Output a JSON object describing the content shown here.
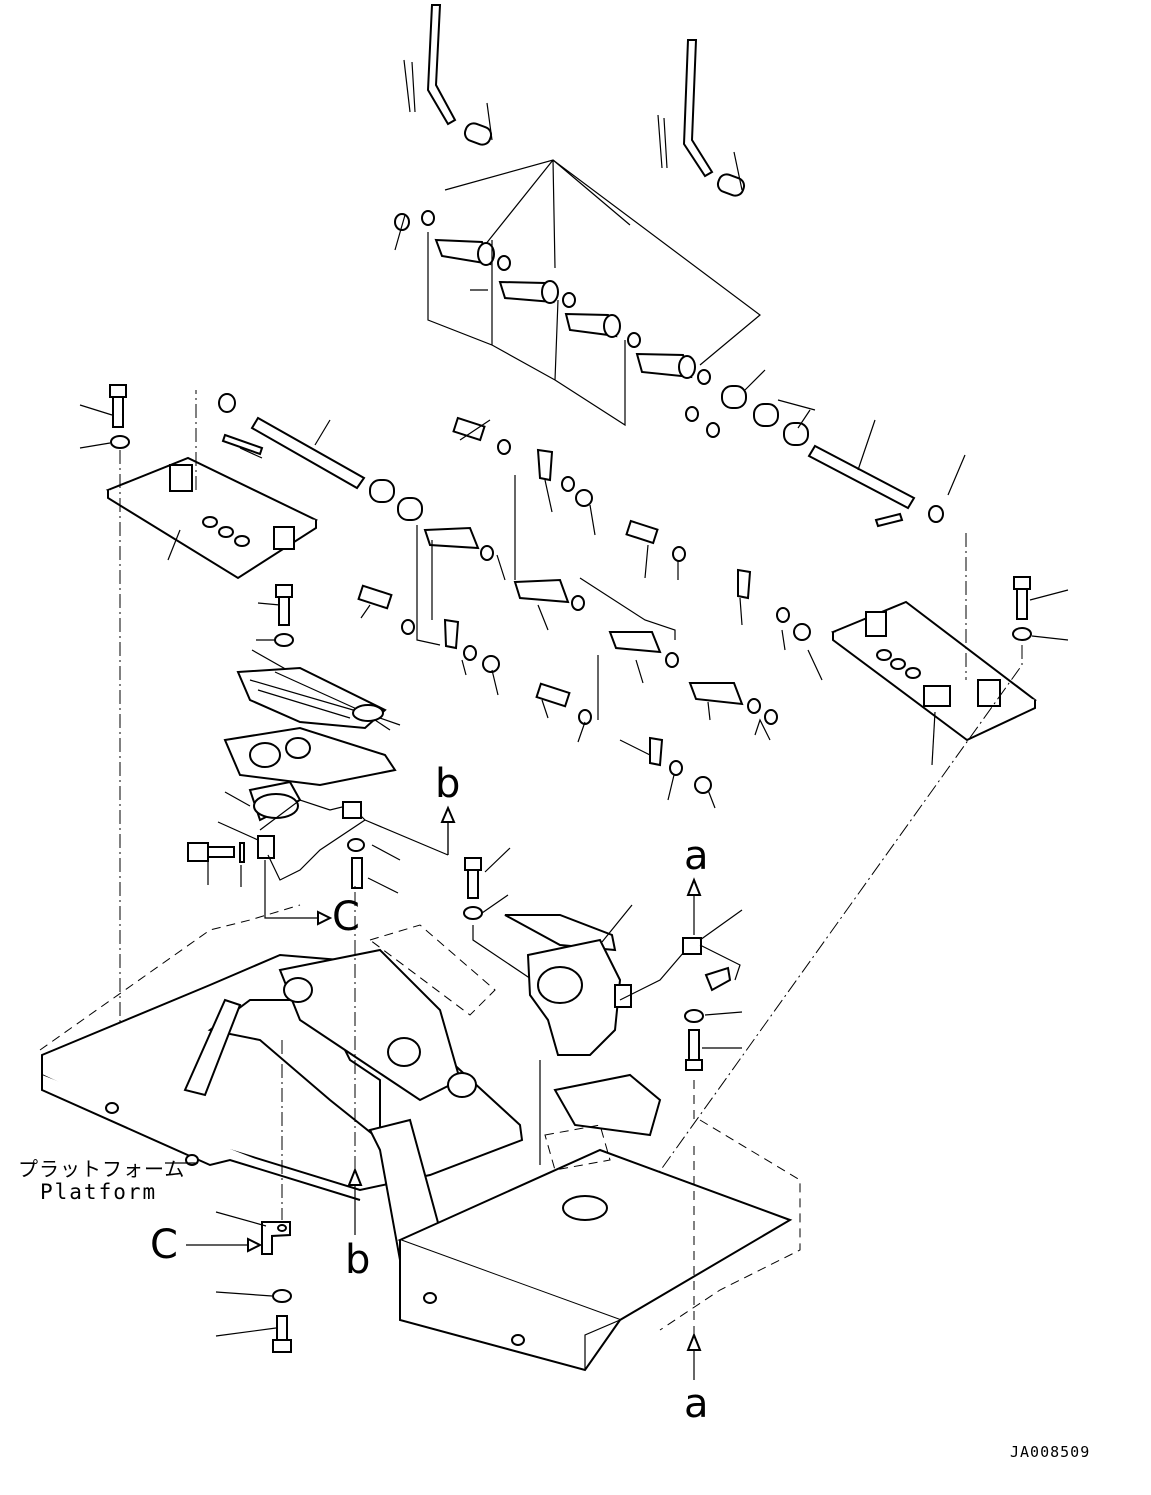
{
  "diagram": {
    "callouts": {
      "a_top": "a",
      "a_bottom": "a",
      "b_top": "b",
      "b_bottom": "b",
      "c_top": "C",
      "c_bottom": "C"
    },
    "caption": {
      "japanese": "プラットフォーム",
      "english": "Platform"
    },
    "drawing_number": "JA008509"
  }
}
